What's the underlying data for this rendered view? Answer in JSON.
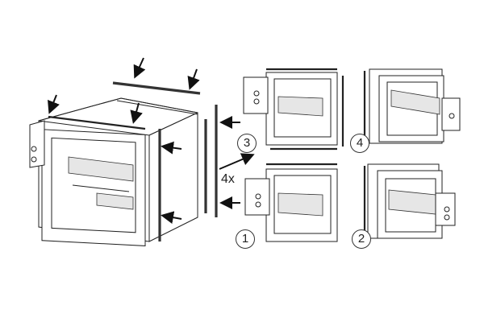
{
  "figure": {
    "quantity_label": "4x",
    "step_labels": [
      "1",
      "2",
      "3",
      "4"
    ],
    "colors": {
      "line": "#222222",
      "fill": "#ffffff",
      "shade": "#e6e6e6"
    }
  }
}
